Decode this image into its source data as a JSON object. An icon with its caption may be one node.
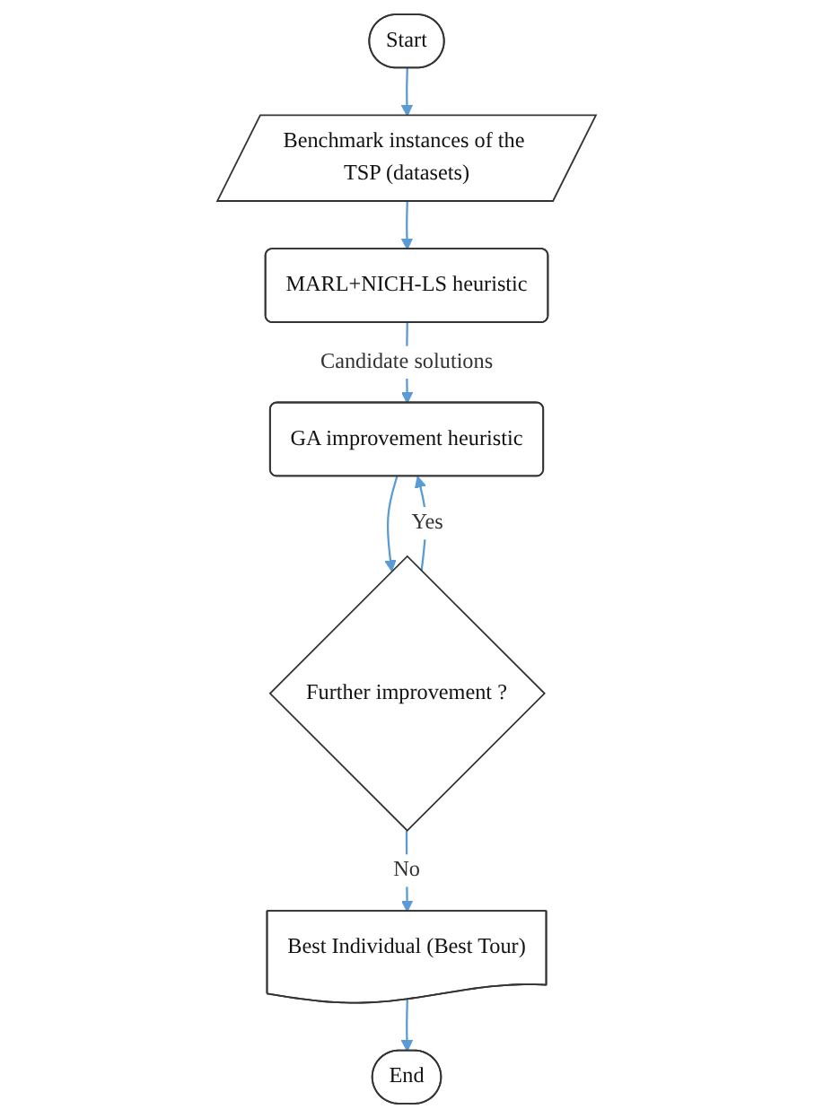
{
  "diagram": {
    "nodes": [
      {
        "text": [
          "Start"
        ]
      },
      {
        "text": [
          "Benchmark instances of the TSP (datasets)"
        ]
      },
      {
        "text": [
          "MARL+NICH-LS heuristic"
        ]
      },
      {
        "text": [
          "GA improvement heuristic"
        ]
      },
      {
        "text": [
          "Further improvement ?"
        ]
      },
      {
        "text": [
          "Best Individual (Best Tour)"
        ]
      },
      {
        "text": [
          "End"
        ]
      }
    ],
    "edges": [
      {
        "from": 0,
        "to": 1,
        "arrow": "to"
      },
      {
        "from": 1,
        "to": 2,
        "arrow": "to"
      },
      {
        "from": 2,
        "to": 3,
        "arrow": "to",
        "label": "Candidate solutions"
      },
      {
        "from": 3,
        "to": 4,
        "arrow": "to"
      },
      {
        "from": 4,
        "to": 3,
        "arrow": "to",
        "label": "Yes"
      },
      {
        "from": 4,
        "to": 5,
        "arrow": "to",
        "label": "No"
      },
      {
        "from": 5,
        "to": 6,
        "arrow": "to"
      }
    ]
  }
}
